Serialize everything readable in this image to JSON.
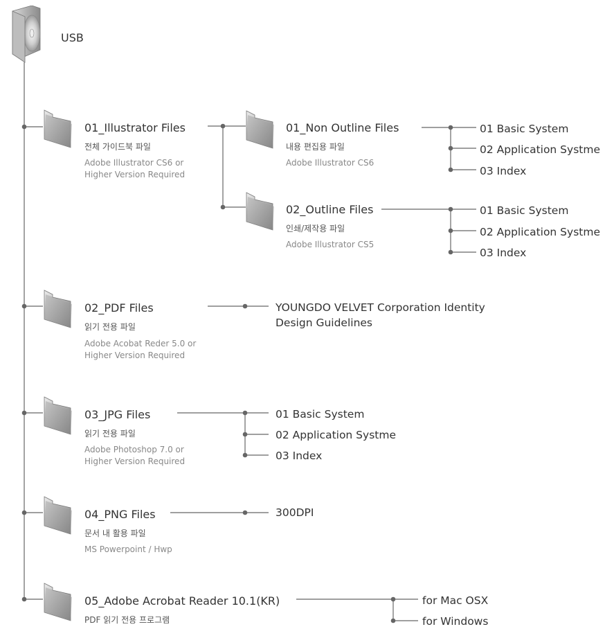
{
  "root": {
    "label": "USB",
    "icon": "usb-disc-icon"
  },
  "folders": [
    {
      "title": "01_Illustrator Files",
      "sub": "전체 가이드북 파일",
      "note1": "Adobe Illustrator CS6 or",
      "note2": "Higher Version Required"
    },
    {
      "title": "02_PDF Files",
      "sub": "읽기 전용 파일",
      "note1": "Adobe Acobat Reder 5.0 or",
      "note2": "Higher Version Required"
    },
    {
      "title": "03_JPG Files",
      "sub": "읽기 전용 파일",
      "note1": "Adobe Photoshop 7.0 or",
      "note2": "Higher Version Required"
    },
    {
      "title": "04_PNG Files",
      "sub": "문서 내 활용 파일",
      "note1": "MS Powerpoint / Hwp",
      "note2": ""
    },
    {
      "title": "05_Adobe Acrobat Reader 10.1(KR)",
      "sub": "PDF 읽기 전용 프로그램",
      "note1": "",
      "note2": ""
    }
  ],
  "subfolders": [
    {
      "title": "01_Non Outline Files",
      "sub": "내용 편집용 파일",
      "note": "Adobe Illustrator CS6"
    },
    {
      "title": "02_Outline Files",
      "sub": "인쇄/제작용 파일",
      "note": "Adobe Illustrator CS5"
    }
  ],
  "leaves": {
    "non_outline": [
      "01 Basic System",
      "02 Application Systme",
      "03 Index"
    ],
    "outline": [
      "01 Basic System",
      "02 Application Systme",
      "03 Index"
    ],
    "pdf": [
      "YOUNGDO VELVET Corporation Identity",
      "Design Guidelines"
    ],
    "jpg": [
      "01 Basic System",
      "02 Application Systme",
      "03 Index"
    ],
    "png": [
      "300DPI"
    ],
    "acrobat": [
      "for Mac OSX",
      "for Windows"
    ]
  },
  "colors": {
    "line": "#666666",
    "text": "#333333",
    "note": "#888888",
    "folder_light": "#e6e6e6",
    "folder_dark": "#7a7a7a"
  }
}
